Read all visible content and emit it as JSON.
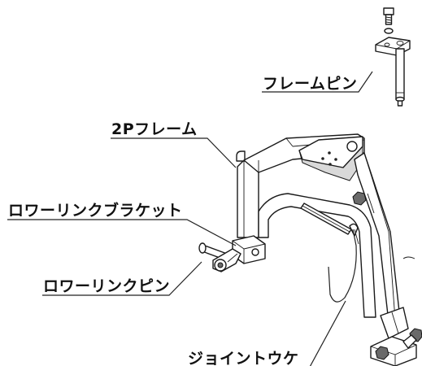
{
  "labels": {
    "frame_pin": "フレームピン",
    "two_p_frame": "2Pフレーム",
    "lower_link_bracket": "ロワーリンクブラケット",
    "lower_link_pin": "ロワーリンクピン",
    "joint_receiver": "ジョイントウケ"
  }
}
